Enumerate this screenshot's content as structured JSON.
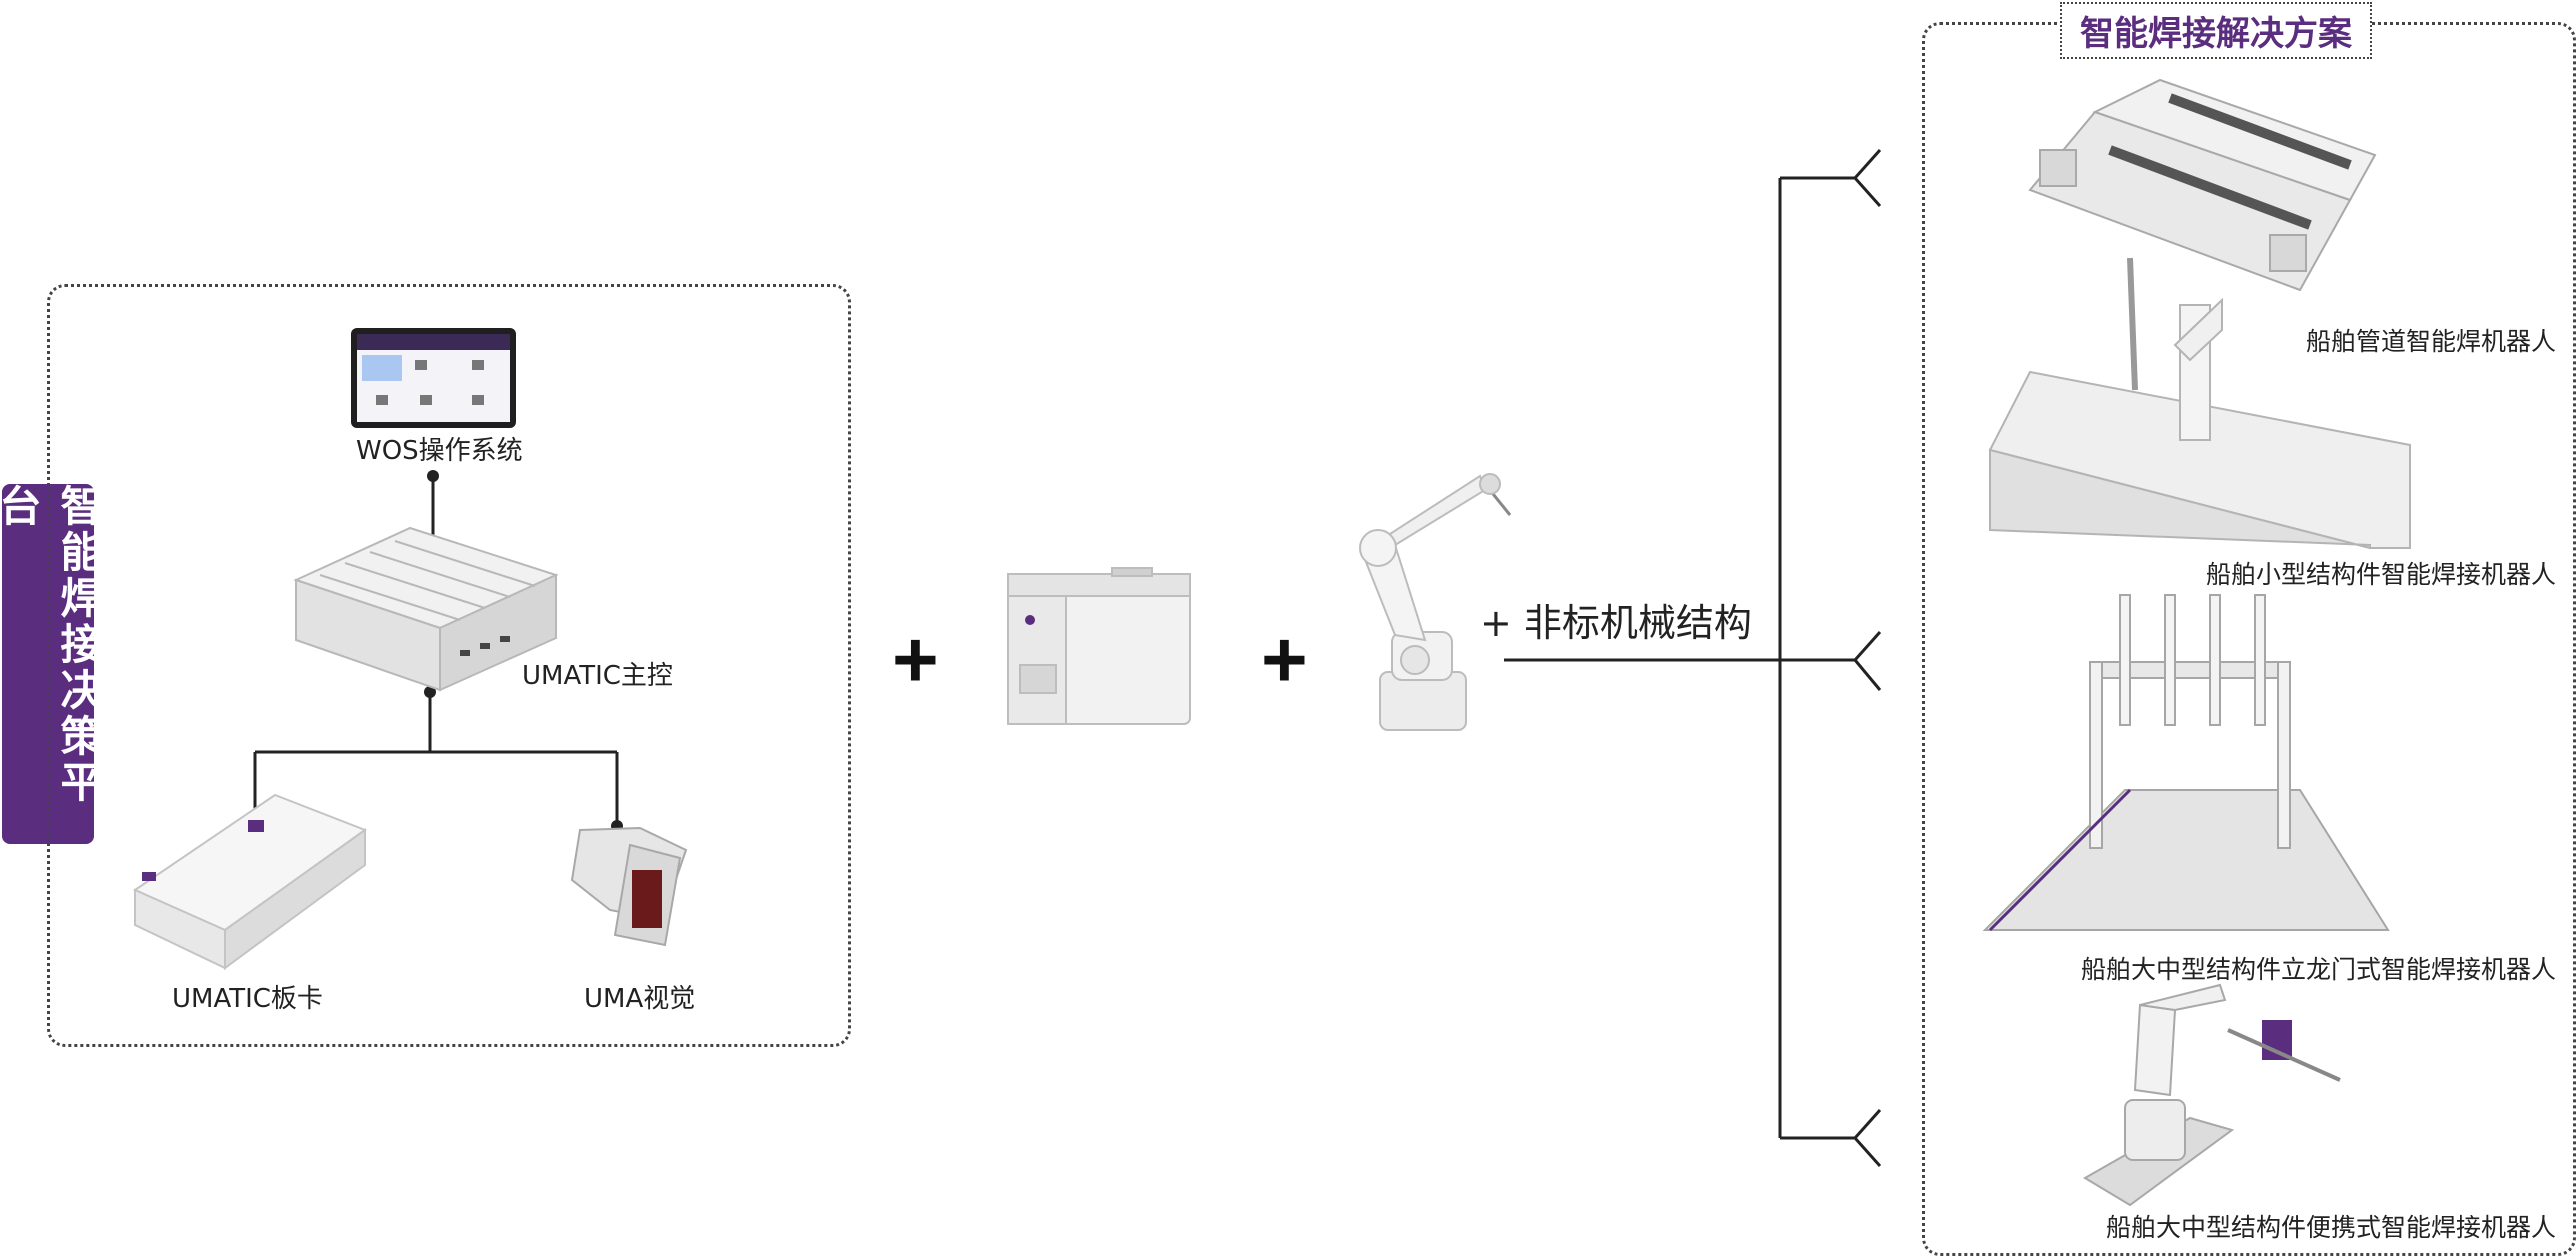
{
  "side_tab": {
    "label": "智能焊接决策平台"
  },
  "platform": {
    "wos_label": "WOS操作系统",
    "wos_screen_title": "WOS操作系统",
    "umatic_main_label": "UMATIC主控",
    "umatic_card_label": "UMATIC板卡",
    "uma_vision_label": "UMA视觉"
  },
  "middle": {
    "plus": "+",
    "nonstandard_label": "+ 非标机械结构"
  },
  "solutions": {
    "title": "智能焊接解决方案",
    "items": [
      {
        "label": "船舶管道智能焊机器人"
      },
      {
        "label": "船舶小型结构件智能焊接机器人"
      },
      {
        "label": "船舶大中型结构件立龙门式智能焊接机器人"
      },
      {
        "label": "船舶大中型结构件便携式智能焊接机器人"
      }
    ]
  },
  "colors": {
    "brand": "#5b2d7f",
    "line": "#222222",
    "device": "#e6e6e6"
  }
}
